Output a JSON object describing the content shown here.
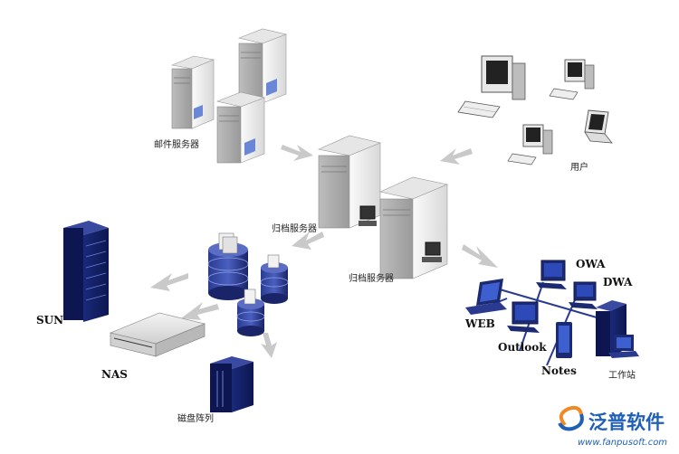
{
  "labels": {
    "mail_servers": "邮件服务器",
    "users": "用户",
    "archive_server_1": "归档服务器",
    "archive_server_2": "归档服务器",
    "sun": "SUN",
    "nas": "NAS",
    "disk_array": "磁盘阵列",
    "owa": "OWA",
    "dwa": "DWA",
    "web": "WEB",
    "outlook": "Outlook",
    "notes": "Notes",
    "workstation": "工作站"
  },
  "brand": {
    "name": "泛普软件",
    "url": "www.fanpusoft.com"
  },
  "colors": {
    "server_body": "#eeeeee",
    "server_shade": "#c4c4c4",
    "storage_blue": "#1c2a72",
    "storage_light": "#5a6cc4",
    "arrow_gray": "#c9c9c9",
    "brand_blue": "#1f5fb6",
    "brand_orange": "#f08a24"
  }
}
